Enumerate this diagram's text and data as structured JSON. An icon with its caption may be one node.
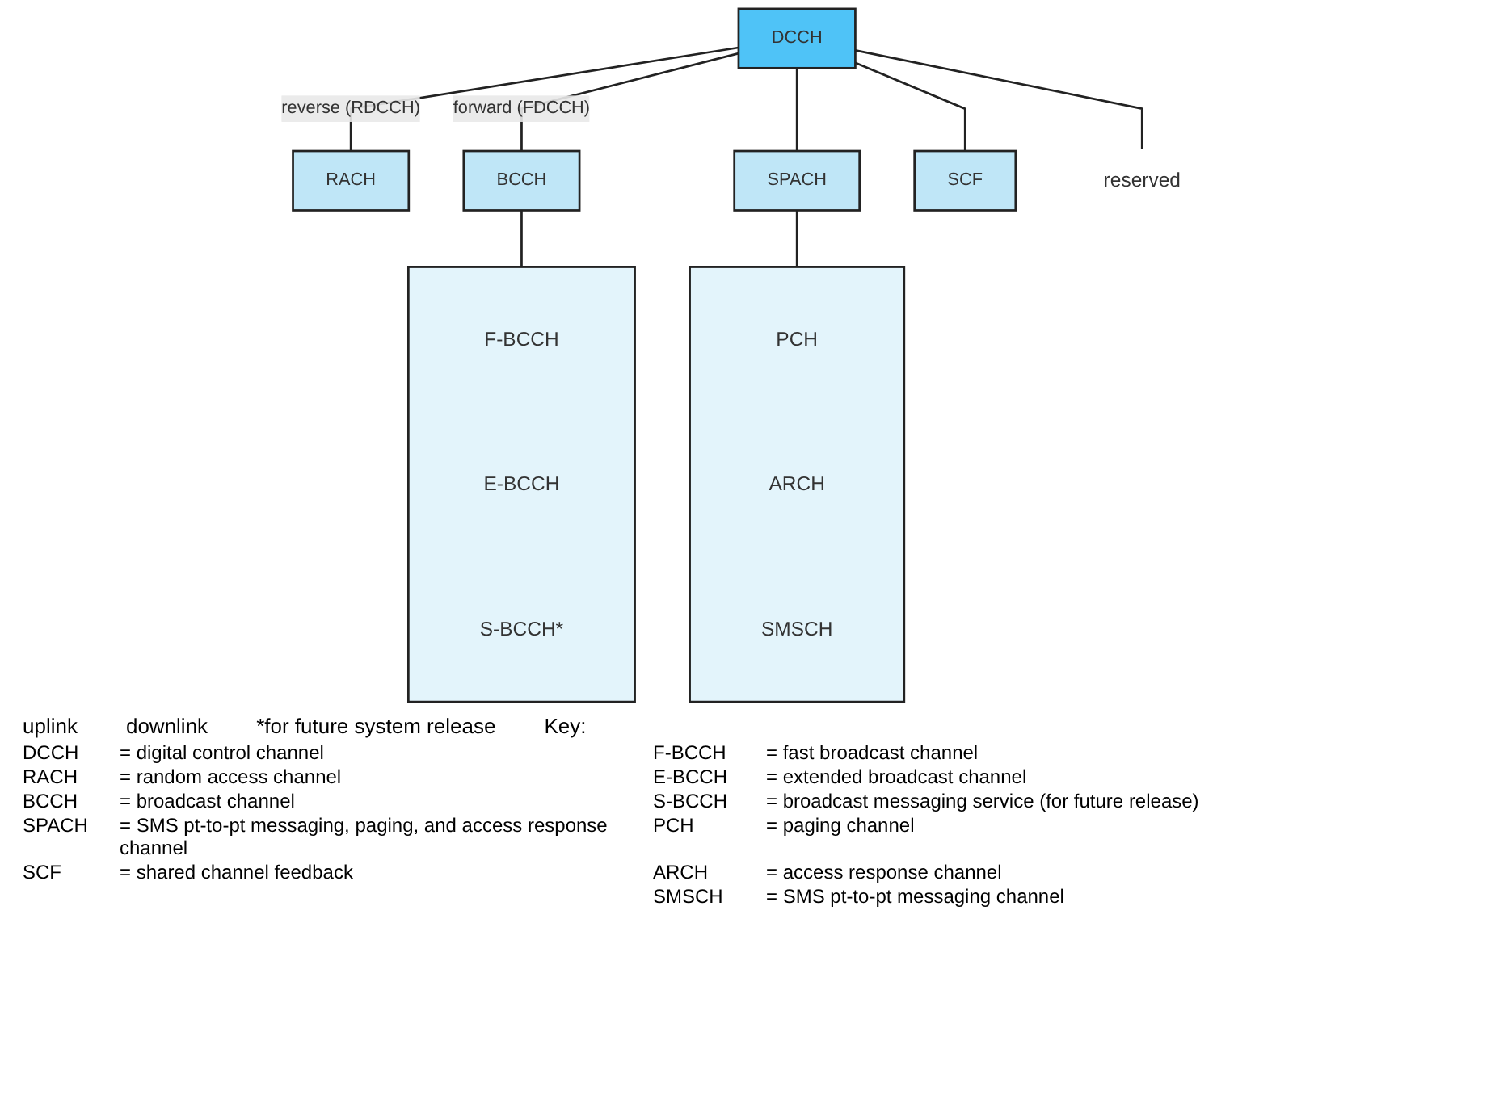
{
  "diagram": {
    "nodes": [
      {
        "text": [
          "DCCH"
        ]
      },
      {
        "text": [
          "RACH"
        ]
      },
      {
        "text": [
          "BCCH"
        ]
      },
      {
        "text": [
          "SPACH"
        ]
      },
      {
        "text": [
          "SCF"
        ]
      },
      {
        "text": [
          "reserved"
        ]
      },
      {
        "text": [],
        "shape": "box"
      },
      {
        "text": [
          "F-BCCH"
        ],
        "in": 6
      },
      {
        "text": [
          "E-BCCH"
        ],
        "in": 6
      },
      {
        "text": [
          "S-BCCH*"
        ],
        "in": 6
      },
      {
        "text": [],
        "shape": "box"
      },
      {
        "text": [
          "PCH"
        ],
        "in": 10
      },
      {
        "text": [
          "ARCH"
        ],
        "in": 10
      },
      {
        "text": [
          "SMSCH"
        ],
        "in": 10
      }
    ],
    "edges": [
      {
        "from": 0,
        "to": 1,
        "arrow": "none",
        "label": "reverse (RDCCH)"
      },
      {
        "from": 0,
        "to": 2,
        "arrow": "none",
        "label": "forward (FDCCH)"
      },
      {
        "from": 0,
        "to": 3,
        "arrow": "none"
      },
      {
        "from": 0,
        "to": 4,
        "arrow": "none"
      },
      {
        "from": 0,
        "to": 5,
        "arrow": "none"
      },
      {
        "from": 2,
        "to": 6,
        "arrow": "none"
      },
      {
        "from": 3,
        "to": 10,
        "arrow": "none"
      }
    ],
    "labels": [
      "uplink",
      "downlink",
      "*for future system release",
      "Key:",
      "DCCH",
      "= digital control channel",
      "F-BCCH",
      "= fast broadcast channel",
      "RACH",
      "= random access channel",
      "E-BCCH",
      "= extended broadcast channel",
      "BCCH",
      "= broadcast channel",
      "S-BCCH",
      "= broadcast messaging service (for future release)",
      "SPACH",
      "= SMS pt-to-pt messaging, paging, and access response channel",
      "PCH",
      "= paging channel",
      "SCF",
      "= shared channel feedback",
      "ARCH",
      "= access response channel",
      "SMSCH",
      "= SMS pt-to-pt messaging channel"
    ]
  }
}
